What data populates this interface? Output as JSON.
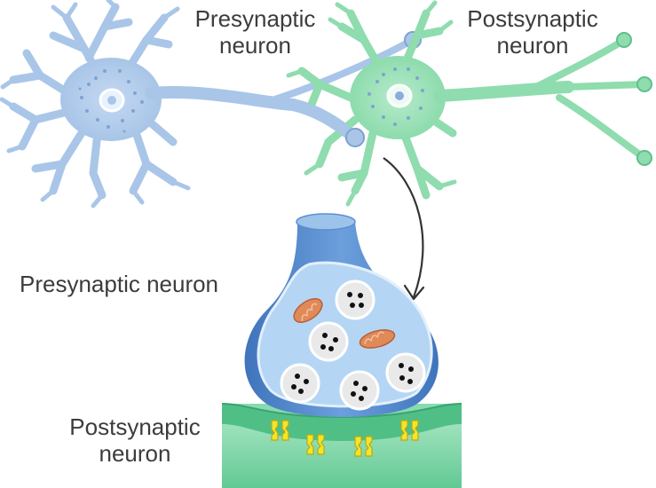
{
  "labels": {
    "top_presynaptic_line1": "Presynaptic",
    "top_presynaptic_line2": "neuron",
    "top_postsynaptic_line1": "Postsynaptic",
    "top_postsynaptic_line2": "neuron",
    "synapse_presynaptic": "Presynaptic neuron",
    "synapse_postsynaptic_line1": "Postsynaptic",
    "synapse_postsynaptic_line2": "neuron"
  },
  "colors": {
    "presynaptic_neuron": "#a9c6e8",
    "presynaptic_outline": "#7fa3cf",
    "postsynaptic_neuron": "#8fdcae",
    "postsynaptic_outline": "#5fc08a",
    "terminal_body": "#5b8fd0",
    "terminal_fill": "#a8cdf0",
    "vesicle": "#e6e6e6",
    "mitochondrion": "#e08a5a",
    "receptor": "#f2e62a",
    "postsynaptic_membrane": "#5cc38c",
    "text": "#3c3c3c"
  },
  "icons": [
    "neuron-cell-body-icon",
    "synaptic-vesicle-icon",
    "mitochondrion-icon",
    "receptor-icon",
    "curved-arrow-icon"
  ]
}
